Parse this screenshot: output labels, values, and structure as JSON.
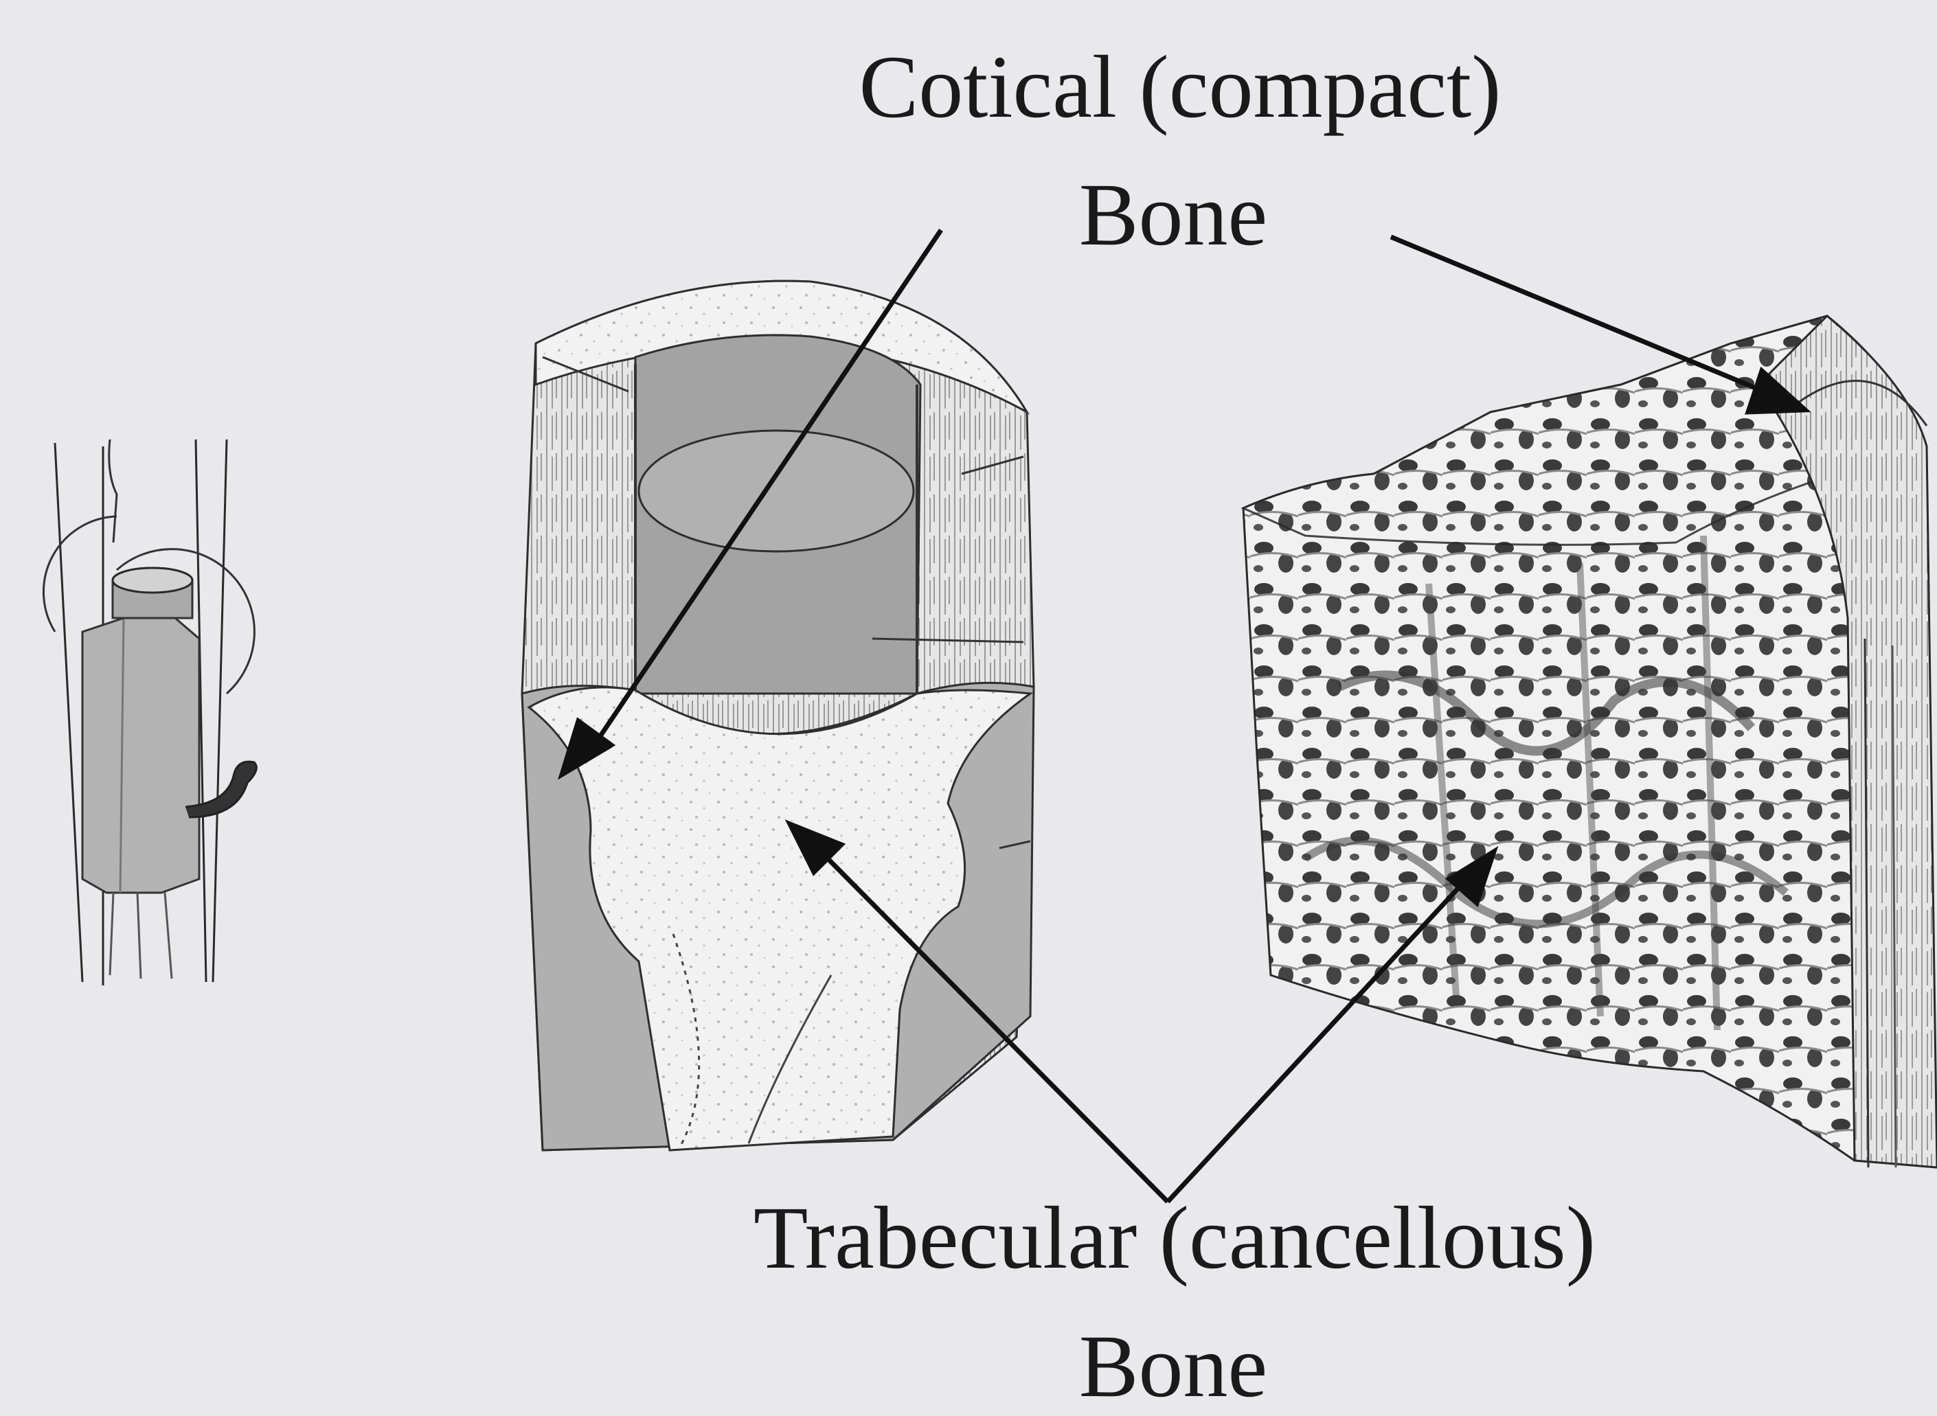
{
  "labels": {
    "cortical_line1": "Cotical (compact)",
    "cortical_line2": "Bone",
    "trabecular_line1": "Trabecular (cancellous)",
    "trabecular_line2": "Bone"
  },
  "colors": {
    "background": "#e9e9eb",
    "bone_shade": "#a9a9a9",
    "bone_light": "#f4f4f4",
    "ink": "#1a1a1a"
  }
}
